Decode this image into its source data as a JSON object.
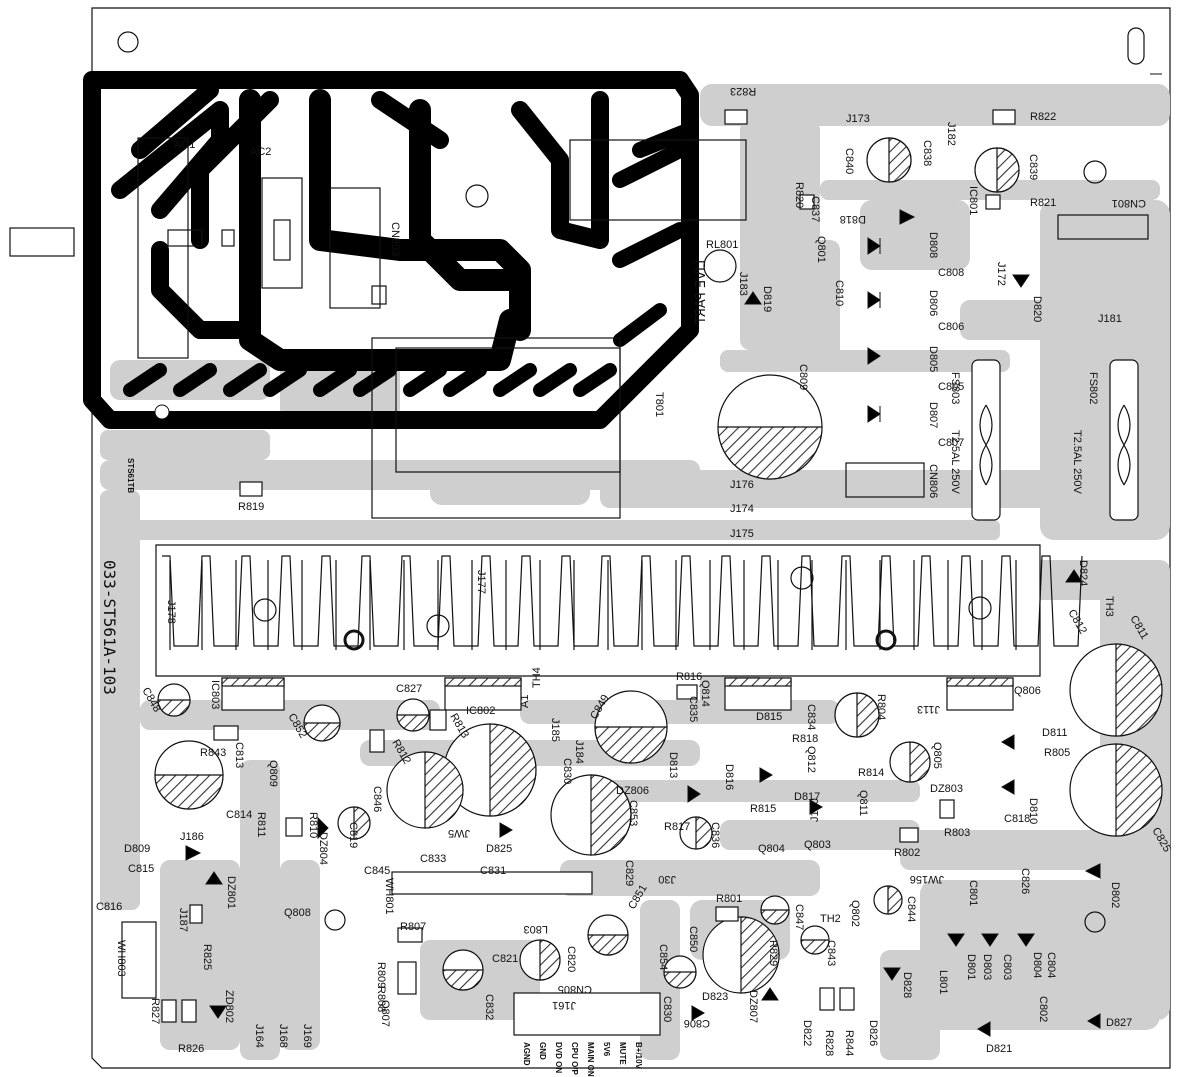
{
  "board": {
    "part_number": "033-ST561A-103",
    "stamp": "STS61TB",
    "live_part": "LIVE PART",
    "fuse_rating_1": "T2.5AL 250V",
    "fuse_rating_2": "T2.5AL 250V"
  },
  "labels": {
    "ac1": "AC1",
    "ac2": "AC2",
    "cn803": "CN803",
    "rl801": "RL801",
    "t801": "T801",
    "r823": "R823",
    "r822": "R822",
    "r821": "R821",
    "r820": "R820",
    "r819": "R819",
    "j173": "J173",
    "j182": "J182",
    "j183": "J183",
    "j172": "J172",
    "j181": "J181",
    "c840": "C840",
    "c838": "C838",
    "c839": "C839",
    "c837": "C837",
    "ic801": "IC801",
    "d818": "D818",
    "q801": "Q801",
    "d819": "D819",
    "d820": "D820",
    "cn801": "CN801",
    "d808": "D808",
    "c808": "C808",
    "c810": "C810",
    "d806": "D806",
    "c806": "C806",
    "d805": "D805",
    "c805": "C805",
    "d807": "D807",
    "c807": "C807",
    "c809": "C809",
    "fs803": "FS803",
    "fs802": "FS802",
    "cn806": "CN806",
    "j176": "J176",
    "j174": "J174",
    "j175": "J175",
    "j177": "J177",
    "j178": "J178",
    "d824": "D824",
    "th3": "TH3",
    "c812": "C812",
    "c811": "C811",
    "ic803": "IC803",
    "c848": "C848",
    "c852": "C852",
    "c827": "C827",
    "r813": "R813",
    "r812": "R812",
    "ic802": "IC802",
    "a1": "A1",
    "th4": "TH4",
    "j185": "J185",
    "c849": "C849",
    "r816": "R816",
    "q814": "Q814",
    "c834": "C834",
    "r804": "R804",
    "q806": "Q806",
    "j113": "J113",
    "d811": "D811",
    "r805": "R805",
    "r843": "R843",
    "c813": "C813",
    "q809": "Q809",
    "c814": "C814",
    "r811": "R811",
    "r810": "R810",
    "dz804": "DZ804",
    "c846": "C846",
    "c819": "C819",
    "c845": "C845",
    "c830": "C830",
    "j184": "J184",
    "d813": "D813",
    "c835": "C835",
    "d815": "D815",
    "r818": "R818",
    "q812": "Q812",
    "q805": "Q805",
    "dz806": "DZ806",
    "d816": "D816",
    "r815": "R815",
    "r814": "R814",
    "dz803": "DZ803",
    "d810": "D810",
    "c818": "C818",
    "c853": "C853",
    "r817": "R817",
    "c836": "C836",
    "d817": "D817",
    "j170": "J170",
    "q811": "Q811",
    "r803": "R803",
    "c825": "C825",
    "r802": "R802",
    "d809": "D809",
    "c815": "C815",
    "j186": "J186",
    "jw5": "JW5",
    "d825": "D825",
    "c833": "C833",
    "c831": "C831",
    "wh801": "WH801",
    "q808": "Q808",
    "c829": "C829",
    "j30": "J30",
    "q804": "Q804",
    "q803": "Q803",
    "q802": "Q802",
    "jw156": "JW156",
    "c826": "C826",
    "c801": "C801",
    "d802": "D802",
    "c816": "C816",
    "j187": "J187",
    "dz801": "DZ801",
    "r825": "R825",
    "wh803": "WH803",
    "r807": "R807",
    "l803": "L803",
    "c851": "C851",
    "r801": "R801",
    "c847": "C847",
    "c844": "C844",
    "th2": "TH2",
    "c843": "C843",
    "r829": "R829",
    "r809": "R809",
    "r808": "R808",
    "c821": "C821",
    "c820": "C820",
    "c850": "C850",
    "c854": "C854",
    "d801": "D801",
    "d803": "D803",
    "c803": "C803",
    "d804": "D804",
    "c804": "C804",
    "d828": "D828",
    "l801": "L801",
    "c802": "C802",
    "d827": "D827",
    "r827": "R827",
    "zd802": "ZD802",
    "r826": "R826",
    "j164": "J164",
    "j168": "J168",
    "j169": "J169",
    "q807": "Q807",
    "c832": "C832",
    "cn805": "CN805",
    "c830b": "C830",
    "c806b": "C806",
    "d823": "D823",
    "dz807": "DZ807",
    "d822": "D822",
    "r828": "R828",
    "r844": "R844",
    "d826": "D826",
    "d821": "D821",
    "j161": "J161"
  },
  "cn805_pins": [
    "AGND",
    "GND",
    "DVD ON",
    "CPU O/P",
    "MAIN ON",
    "5V6",
    "MUTE",
    "B+/10V"
  ],
  "colors": {
    "copper": "#000000",
    "trace": "#cfcfcf",
    "silk": "#111111",
    "hatch": "#555555"
  }
}
